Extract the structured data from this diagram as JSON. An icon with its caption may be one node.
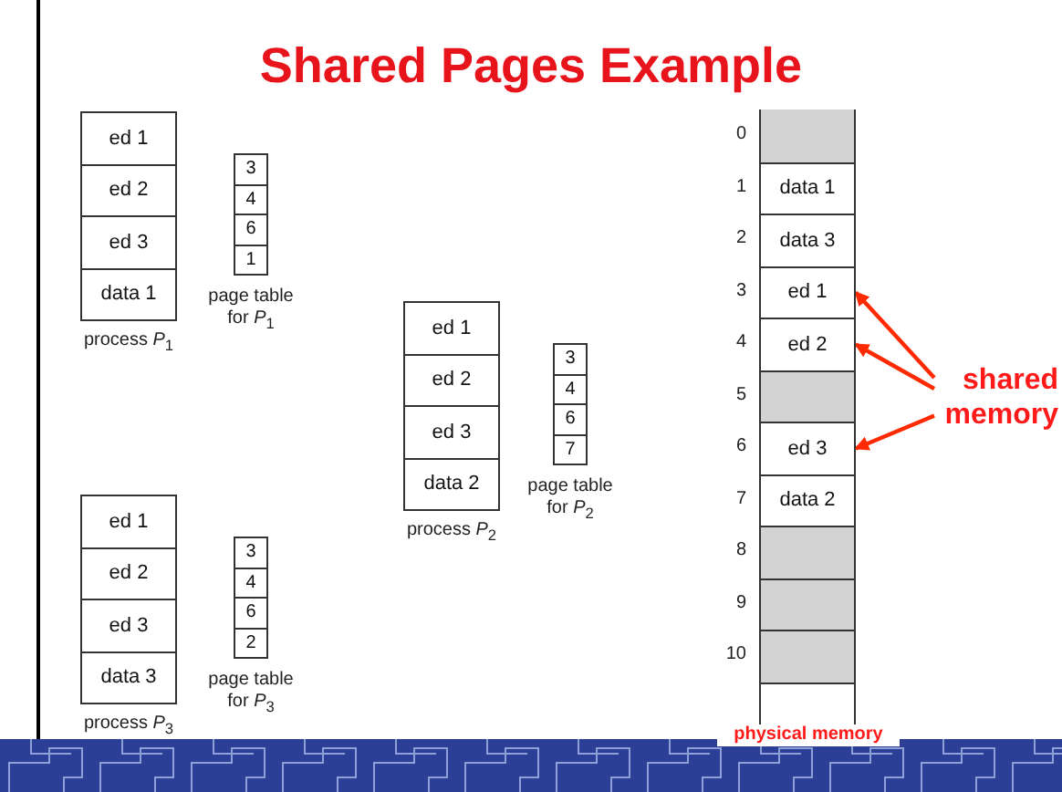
{
  "diagram": {
    "title": "Shared Pages Example",
    "nodes": [
      {
        "text": [
          "process *P*$_{1}$"
        ]
      },
      {
        "text": [
          "ed 1"
        ],
        "in": 0
      },
      {
        "text": [
          "ed 2"
        ],
        "in": 0
      },
      {
        "text": [
          "ed 3"
        ],
        "in": 0
      },
      {
        "text": [
          "data 1"
        ],
        "in": 0
      },
      {
        "text": [
          "page table for *P*$_{1}$"
        ]
      },
      {
        "text": [
          "3"
        ],
        "in": 5
      },
      {
        "text": [
          "4"
        ],
        "in": 5
      },
      {
        "text": [
          "6"
        ],
        "in": 5
      },
      {
        "text": [
          "1"
        ],
        "in": 5
      },
      {
        "text": [
          "process *P*$_{2}$"
        ]
      },
      {
        "text": [
          "ed 1"
        ],
        "in": 10
      },
      {
        "text": [
          "ed 2"
        ],
        "in": 10
      },
      {
        "text": [
          "ed 3"
        ],
        "in": 10
      },
      {
        "text": [
          "data 2"
        ],
        "in": 10
      },
      {
        "text": [
          "page table for *P*$_{2}$"
        ]
      },
      {
        "text": [
          "3"
        ],
        "in": 15
      },
      {
        "text": [
          "4"
        ],
        "in": 15
      },
      {
        "text": [
          "6"
        ],
        "in": 15
      },
      {
        "text": [
          "7"
        ],
        "in": 15
      },
      {
        "text": [
          "process *P*$_{3}$"
        ]
      },
      {
        "text": [
          "ed 1"
        ],
        "in": 20
      },
      {
        "text": [
          "ed 2"
        ],
        "in": 20
      },
      {
        "text": [
          "ed 3"
        ],
        "in": 20
      },
      {
        "text": [
          "data 3"
        ],
        "in": 20
      },
      {
        "text": [
          "page table for *P*$_{3}$"
        ]
      },
      {
        "text": [
          "3"
        ],
        "in": 25
      },
      {
        "text": [
          "4"
        ],
        "in": 25
      },
      {
        "text": [
          "6"
        ],
        "in": 25
      },
      {
        "text": [
          "2"
        ],
        "in": 25
      },
      {
        "text": [
          "physical memory"
        ]
      },
      {
        "text": [],
        "shape": "box",
        "in": 30,
        "beside": [
          "0"
        ]
      },
      {
        "text": [
          "data 1"
        ],
        "in": 30,
        "beside": [
          "1"
        ]
      },
      {
        "text": [
          "data 3"
        ],
        "in": 30,
        "beside": [
          "2"
        ]
      },
      {
        "text": [
          "ed 1"
        ],
        "in": 30,
        "beside": [
          "3"
        ]
      },
      {
        "text": [
          "ed 2"
        ],
        "in": 30,
        "beside": [
          "4"
        ]
      },
      {
        "text": [],
        "shape": "box",
        "in": 30,
        "beside": [
          "5"
        ]
      },
      {
        "text": [
          "ed 3"
        ],
        "in": 30,
        "beside": [
          "6"
        ]
      },
      {
        "text": [
          "data 2"
        ],
        "in": 30,
        "beside": [
          "7"
        ]
      },
      {
        "text": [],
        "shape": "box",
        "in": 30,
        "beside": [
          "8"
        ]
      },
      {
        "text": [],
        "shape": "box",
        "in": 30,
        "beside": [
          "9"
        ]
      },
      {
        "text": [],
        "shape": "box",
        "in": 30,
        "beside": [
          "10"
        ]
      },
      {
        "text": [
          "shared memory"
        ]
      }
    ],
    "edges": [
      {
        "from": 42,
        "to": 34,
        "arrow": "to"
      },
      {
        "from": 42,
        "to": 35,
        "arrow": "to"
      },
      {
        "from": 42,
        "to": 37,
        "arrow": "to"
      }
    ]
  }
}
